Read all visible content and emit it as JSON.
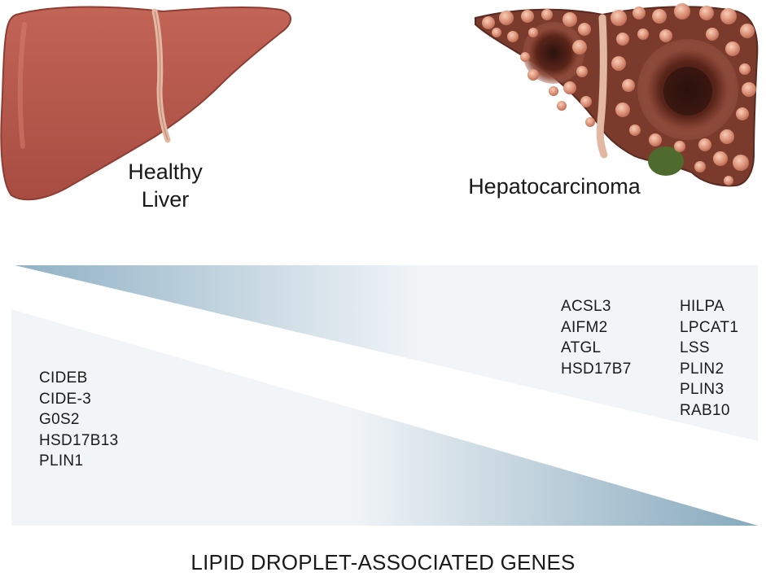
{
  "labels": {
    "healthy_line1": "Healthy",
    "healthy_line2": "Liver",
    "cancer": "Hepatocarcinoma"
  },
  "gene_groups": {
    "healthy_genes": [
      "CIDEB",
      "CIDE-3",
      "G0S2",
      "HSD17B13",
      "PLIN1"
    ],
    "cancer_genes_col1": [
      "ACSL3",
      "AIFM2",
      "ATGL",
      "HSD17B7"
    ],
    "cancer_genes_col2": [
      "HILPA",
      "LPCAT1",
      "LSS",
      "PLIN2",
      "PLIN3",
      "RAB10"
    ]
  },
  "footer_title": "LIPID DROPLET-ASSOCIATED GENES",
  "colors": {
    "healthy_liver": "#b5574c",
    "healthy_liver_edge": "#8e3d34",
    "tumor_liver": "#7a3a2c",
    "fat_nodule": "#e6a38a",
    "tumor_core": "#3b1a14",
    "gallbladder": "#4e6a2d",
    "ligament": "#e3b8a2",
    "gradient_dark": "#8fb1c5",
    "gradient_light": "#f2f5f8"
  },
  "icons": [
    "healthy-liver-illustration",
    "hepatocarcinoma-liver-illustration"
  ]
}
